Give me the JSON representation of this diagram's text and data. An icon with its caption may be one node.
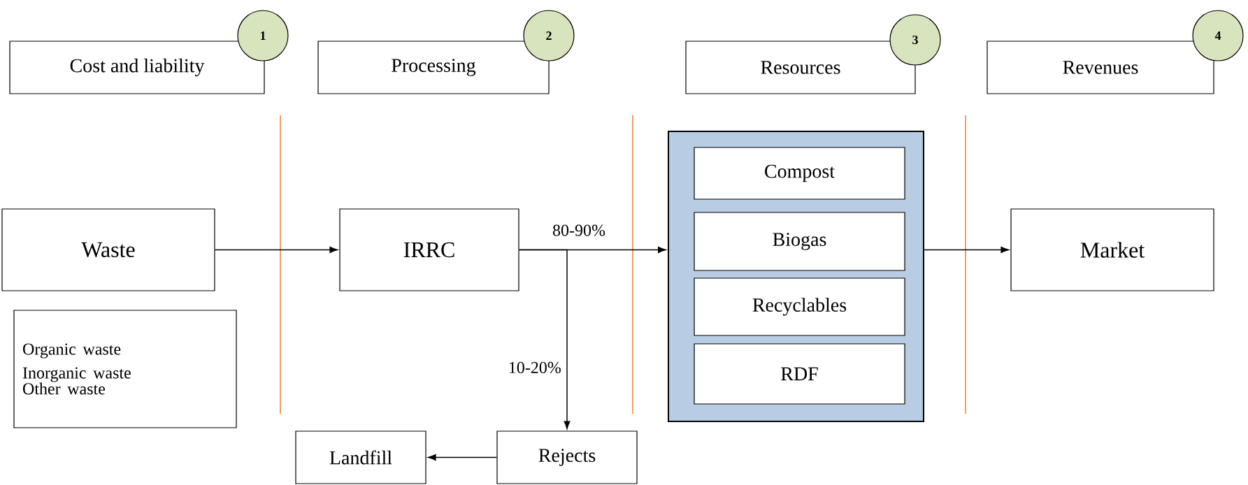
{
  "diagram": {
    "nodes": [
      {
        "text": [
          "Cost and liability"
        ]
      },
      {
        "text": [
          "1"
        ]
      },
      {
        "text": [
          "Processing"
        ]
      },
      {
        "text": [
          "2"
        ]
      },
      {
        "text": [
          "Resources"
        ]
      },
      {
        "text": [
          "3"
        ]
      },
      {
        "text": [
          "Revenues"
        ]
      },
      {
        "text": [
          "4"
        ]
      },
      {
        "text": [
          "Waste"
        ]
      },
      {
        "text": [
          "Organic waste",
          "Inorganic waste",
          "Other waste"
        ]
      },
      {
        "text": [
          "IRRC"
        ]
      },
      {
        "text": [],
        "shape": "box"
      },
      {
        "text": [
          "Compost"
        ],
        "in": 11
      },
      {
        "text": [
          "Biogas"
        ],
        "in": 11
      },
      {
        "text": [
          "Recyclables"
        ],
        "in": 11
      },
      {
        "text": [
          "RDF"
        ],
        "in": 11
      },
      {
        "text": [
          "Market"
        ]
      },
      {
        "text": [
          "Landfill"
        ]
      },
      {
        "text": [
          "Rejects"
        ]
      }
    ],
    "edges": [
      {
        "from": 8,
        "to": 10,
        "arrow": "to"
      },
      {
        "from": 10,
        "to": 11,
        "arrow": "to",
        "label": "80-90%"
      },
      {
        "from": 10,
        "to": 18,
        "arrow": "to",
        "label": "10-20%"
      },
      {
        "from": 11,
        "to": 16,
        "arrow": "to"
      },
      {
        "from": 18,
        "to": 17,
        "arrow": "to"
      }
    ]
  }
}
